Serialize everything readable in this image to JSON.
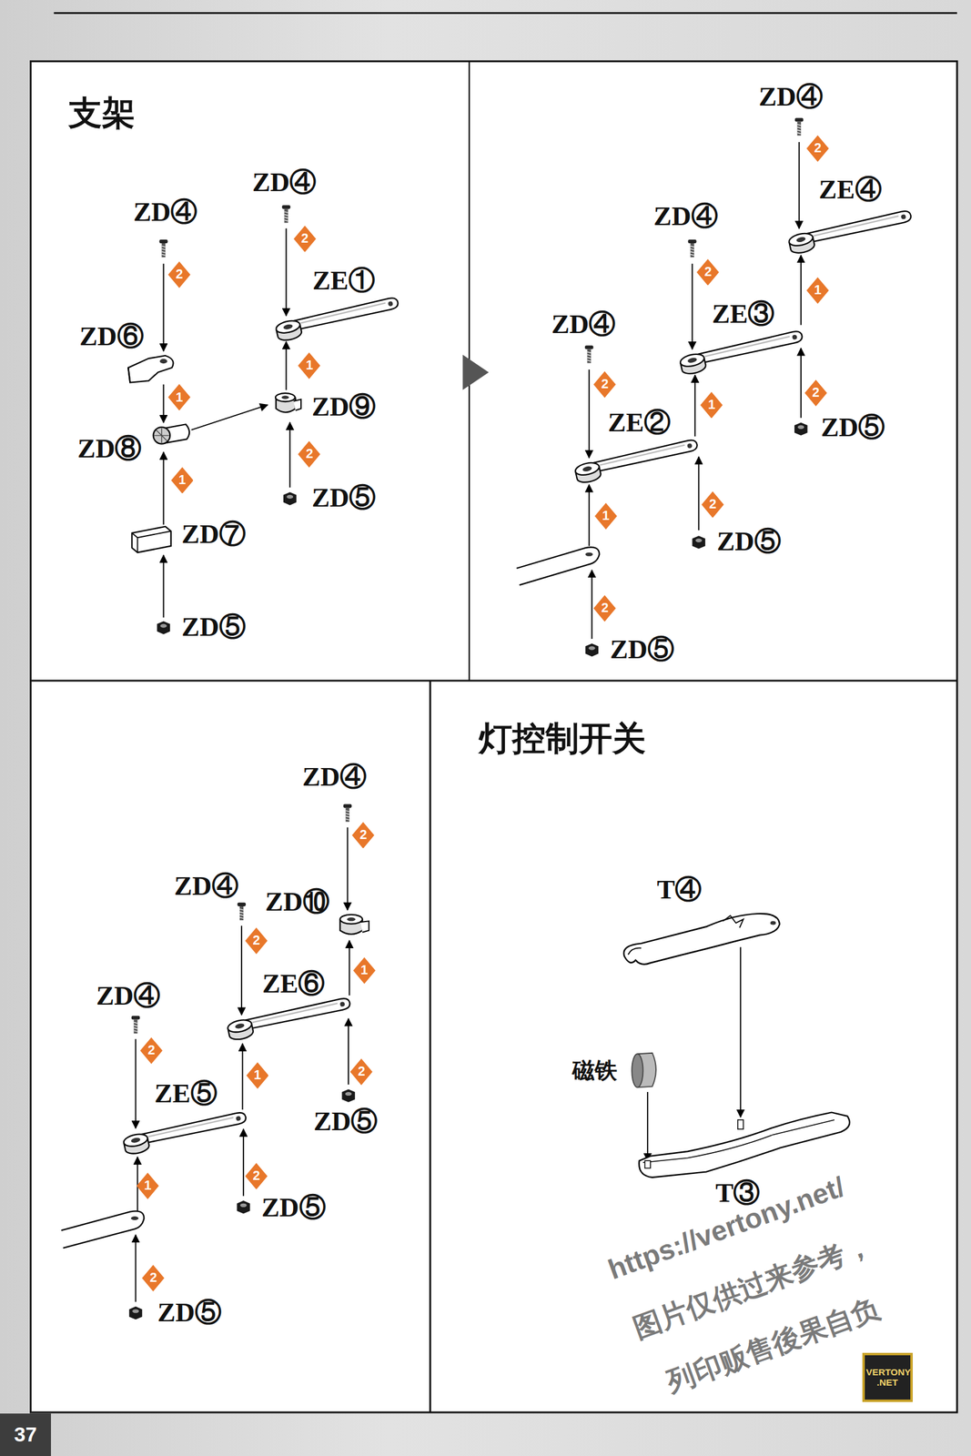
{
  "diagram": {
    "nodes": [
      {
        "text": [
          "2"
        ]
      },
      {
        "text": [
          "1"
        ]
      },
      {
        "text": [
          "1"
        ]
      },
      {
        "text": [
          "2"
        ]
      },
      {
        "text": [
          "1"
        ]
      },
      {
        "text": [
          "2"
        ]
      },
      {
        "text": [
          "2"
        ]
      },
      {
        "text": [
          "1"
        ]
      },
      {
        "text": [
          "2"
        ]
      },
      {
        "text": [
          "2"
        ]
      },
      {
        "text": [
          "1"
        ]
      },
      {
        "text": [
          "2"
        ]
      },
      {
        "text": [
          "2"
        ]
      },
      {
        "text": [
          "1"
        ]
      },
      {
        "text": [
          "2"
        ]
      },
      {
        "text": [
          "2"
        ]
      },
      {
        "text": [
          "1"
        ]
      },
      {
        "text": [
          "2"
        ]
      },
      {
        "text": [
          "2"
        ]
      },
      {
        "text": [
          "1"
        ]
      },
      {
        "text": [
          "2"
        ]
      },
      {
        "text": [
          "2"
        ]
      },
      {
        "text": [
          "1"
        ]
      },
      {
        "text": [
          "2"
        ]
      },
      {
        "text": [
          "VERTONY .NET"
        ]
      },
      {
        "text": [
          "37"
        ]
      }
    ],
    "labels": [
      "支架",
      "ZD④",
      "ZD⑥",
      "ZD⑧",
      "ZD⑦",
      "ZD⑤",
      "ZD④",
      "ZE①",
      "ZD⑨",
      "ZD⑤",
      "ZD④",
      "ZE④",
      "ZD⑤",
      "ZD④",
      "ZE③",
      "ZD⑤",
      "ZD④",
      "ZE②",
      "ZD⑤",
      "ZD④",
      "ZD⑩",
      "ZD⑤",
      "ZD④",
      "ZE⑥",
      "ZD⑤",
      "ZD④",
      "ZE⑤",
      "ZD⑤",
      "灯控制开关",
      "T④",
      "磁铁",
      "T③",
      "https://vertony.net/",
      "图片仅供过来参考，",
      "列印贩售後果自负"
    ]
  }
}
